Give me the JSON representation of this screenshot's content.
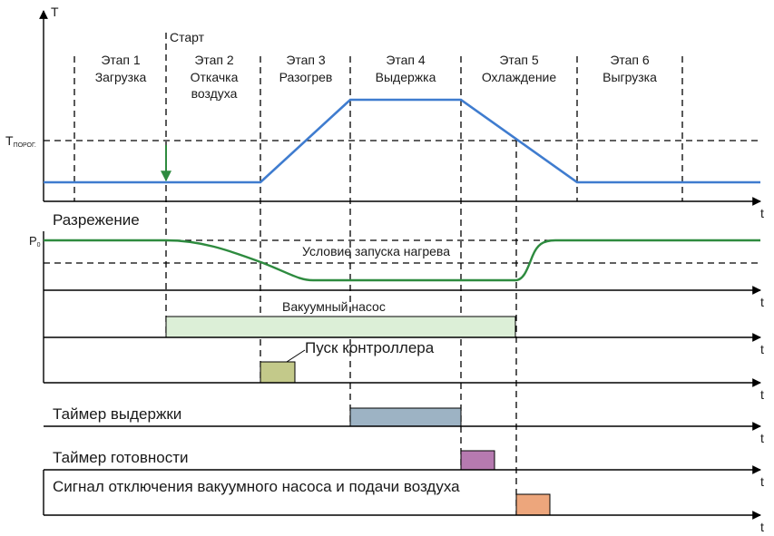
{
  "temperature_axis": {
    "label": "T",
    "threshold_label": "T",
    "threshold_sub": "ПОРОГ."
  },
  "start_label": "Старт",
  "stages": [
    {
      "num": "Этап 1",
      "name": "Загрузка",
      "name2": ""
    },
    {
      "num": "Этап 2",
      "name": "Откачка",
      "name2": "воздуха"
    },
    {
      "num": "Этап 3",
      "name": "Разогрев",
      "name2": ""
    },
    {
      "num": "Этап 4",
      "name": "Выдержка",
      "name2": ""
    },
    {
      "num": "Этап 5",
      "name": "Охлаждение",
      "name2": ""
    },
    {
      "num": "Этап 6",
      "name": "Выгрузка",
      "name2": ""
    }
  ],
  "pressure": {
    "title": "Разрежение",
    "p0_label": "P",
    "p0_sub": "0",
    "condition_label": "Условие запуска нагрева"
  },
  "signals": {
    "vacuum_pump": "Вакуумный насос",
    "controller_start": "Пуск контроллера",
    "hold_timer": "Таймер выдержки",
    "ready_timer": "Таймер готовности",
    "shutdown_signal": "Сигнал отключения вакуумного насоса и подачи воздуха"
  },
  "time_label": "t",
  "colors": {
    "temperature_line": "#3f7ccf",
    "pressure_line": "#2e8b3f",
    "vacuum_pump_bar": "#dcefd7",
    "controller_bar": "#c3c98a",
    "hold_timer_bar": "#9db3c4",
    "ready_timer_bar": "#b67ab0",
    "shutdown_bar": "#eda67c"
  }
}
